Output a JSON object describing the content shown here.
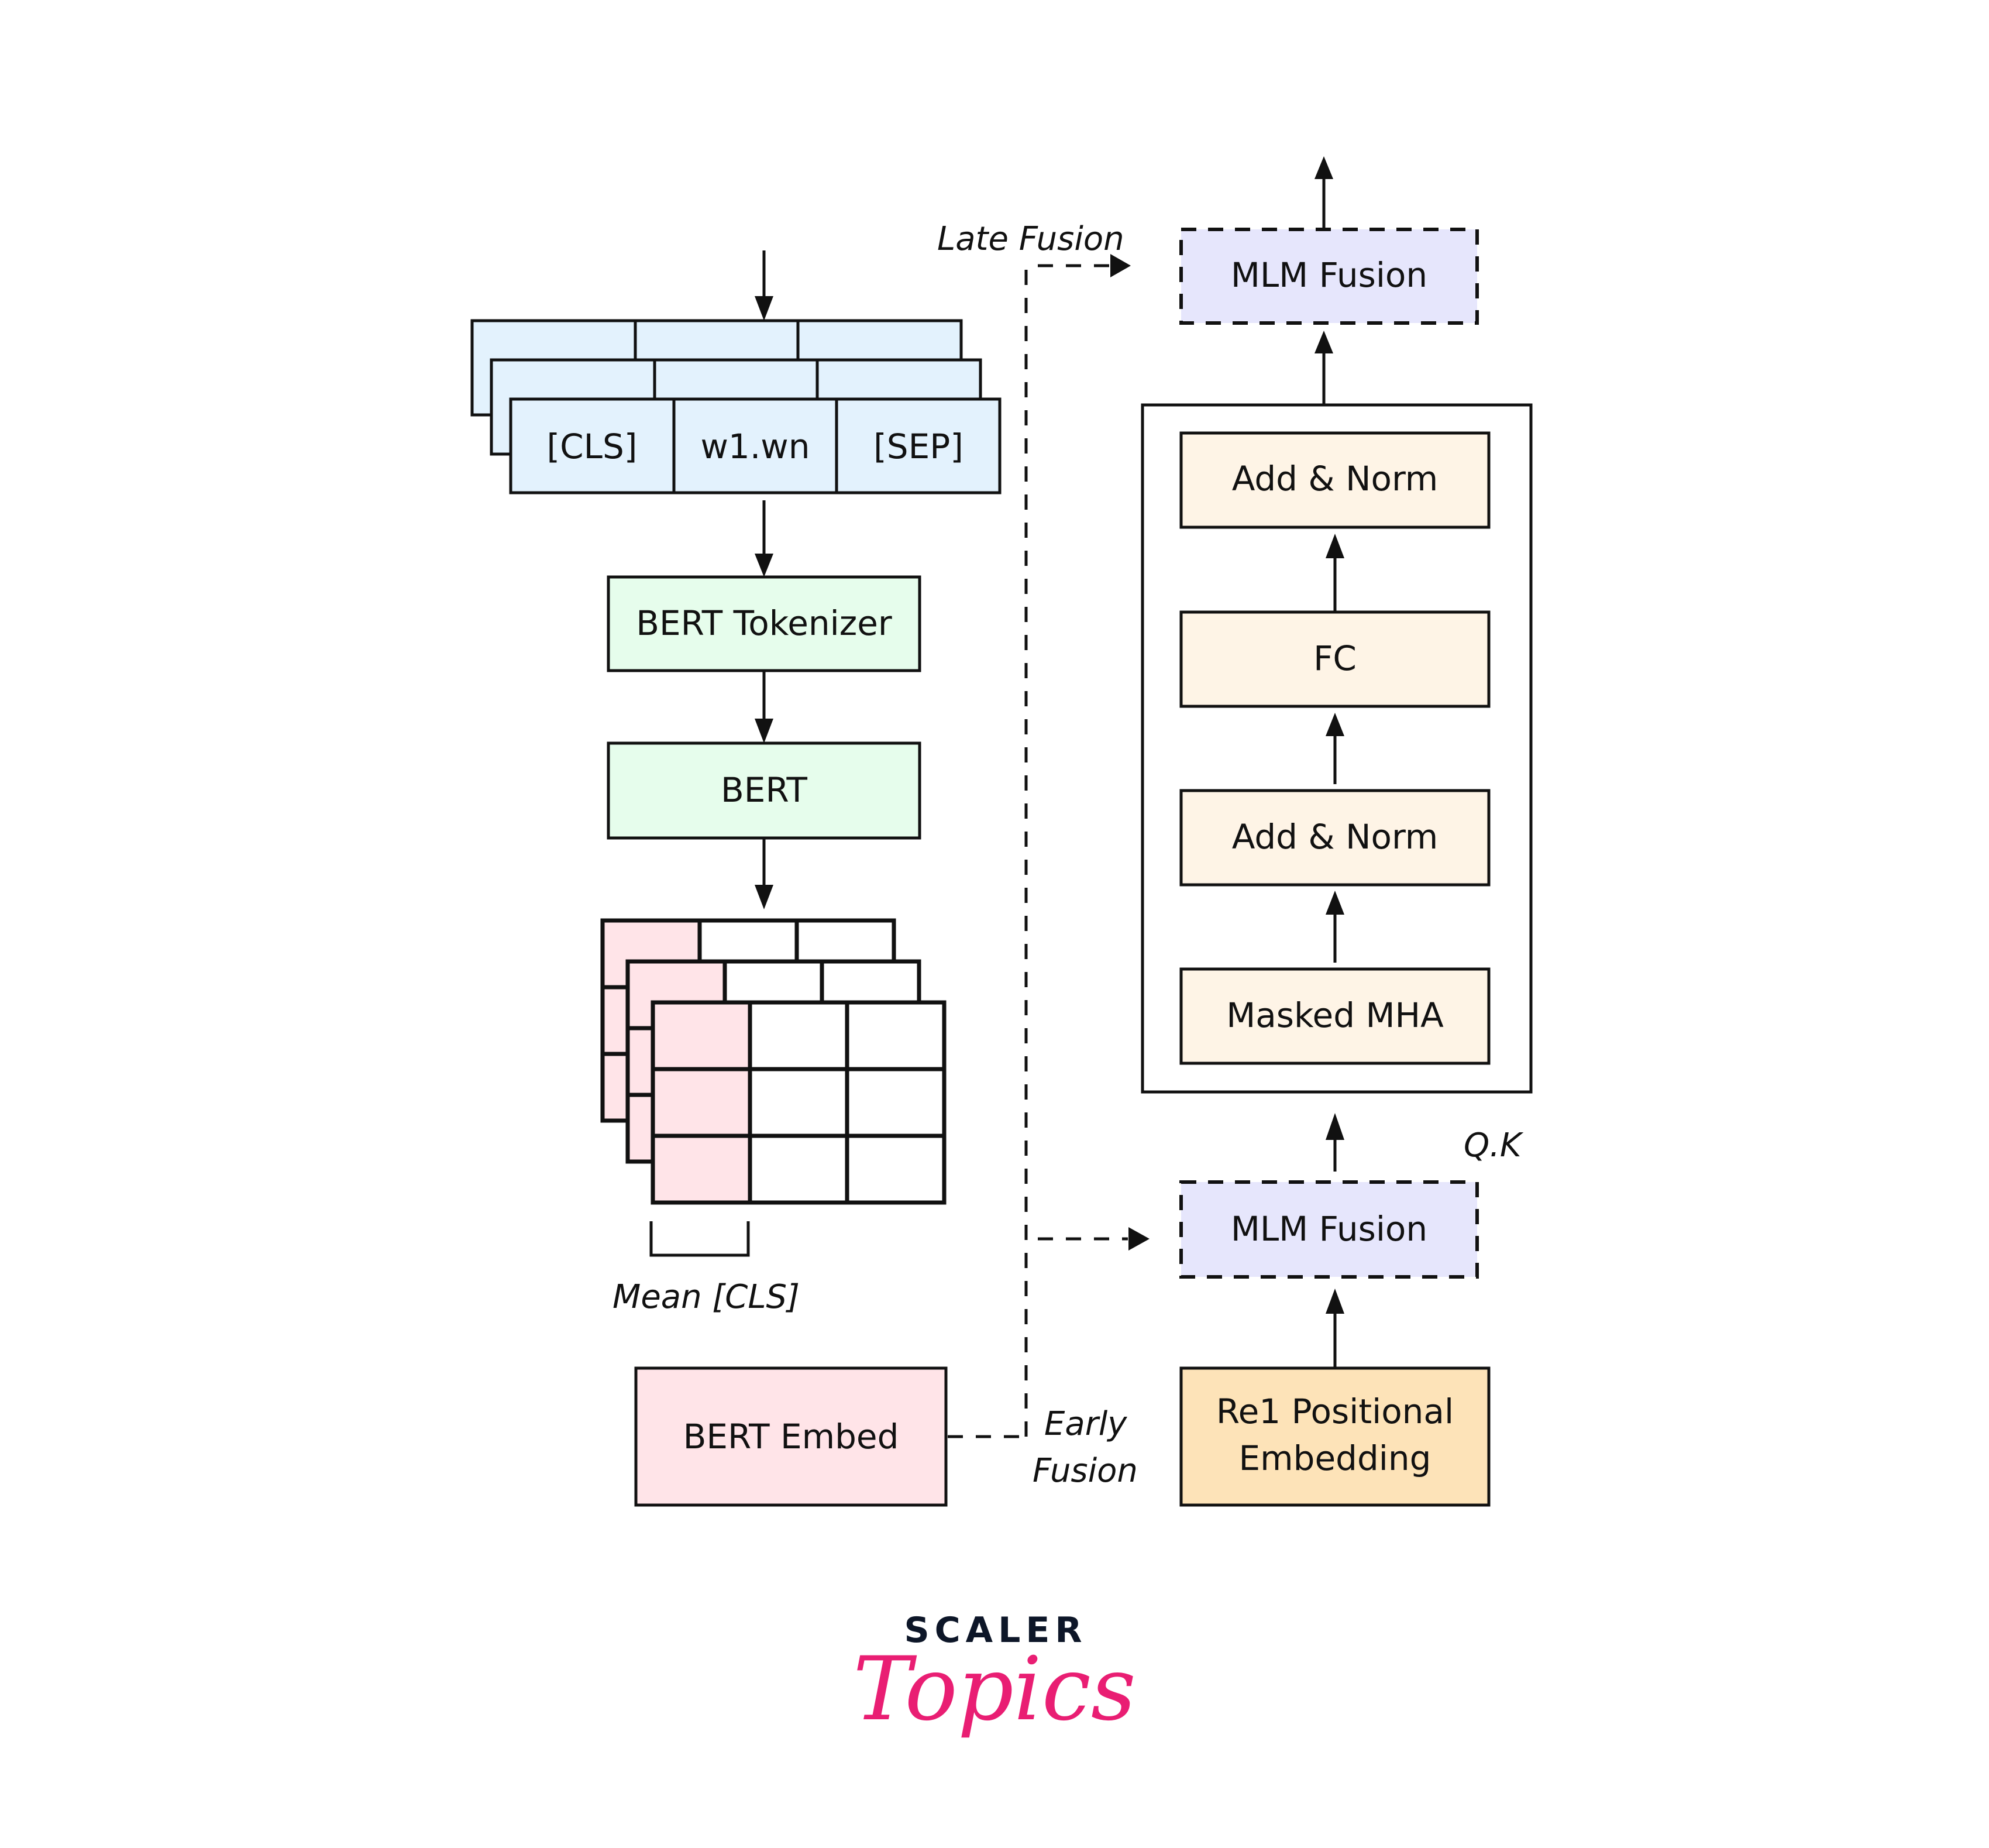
{
  "diagram": {
    "token_input": {
      "cells": [
        "[CLS]",
        "w1.wn",
        "[SEP]"
      ]
    },
    "bert_tokenizer": {
      "label": "BERT Tokenizer"
    },
    "bert": {
      "label": "BERT"
    },
    "embedding_grid": {
      "rows": 3,
      "cols": 3,
      "layers": 3
    },
    "mean_cls": {
      "label": "Mean [CLS]"
    },
    "bert_embed": {
      "label": "BERT Embed"
    },
    "late_fusion": {
      "label": "Late Fusion"
    },
    "early_fusion": {
      "line1": "Early",
      "line2": "Fusion"
    },
    "decoder": {
      "mlm_fusion_top": {
        "label": "MLM Fusion"
      },
      "add_norm_top": {
        "label": "Add & Norm"
      },
      "fc": {
        "label": "FC"
      },
      "add_norm_bottom": {
        "label": "Add & Norm"
      },
      "masked_mha": {
        "label": "Masked MHA"
      },
      "qk": {
        "label": "Q.K"
      },
      "mlm_fusion_bottom": {
        "label": "MLM Fusion"
      },
      "positional_embedding": {
        "line1": "Re1 Positional",
        "line2": "Embedding"
      }
    },
    "colors": {
      "token_fill": "#e3f2fd",
      "bert_fill": "#e6fdec",
      "embed_fill": "#ffe4e8",
      "fusion_fill": "#e6e6fc",
      "block_fill": "#fef4e6",
      "positional_fill": "#fde3b8"
    }
  },
  "logo": {
    "brand": "SCALER",
    "sub": "Topics",
    "brand_color": "#0d1628",
    "sub_color": "#e91e73"
  }
}
